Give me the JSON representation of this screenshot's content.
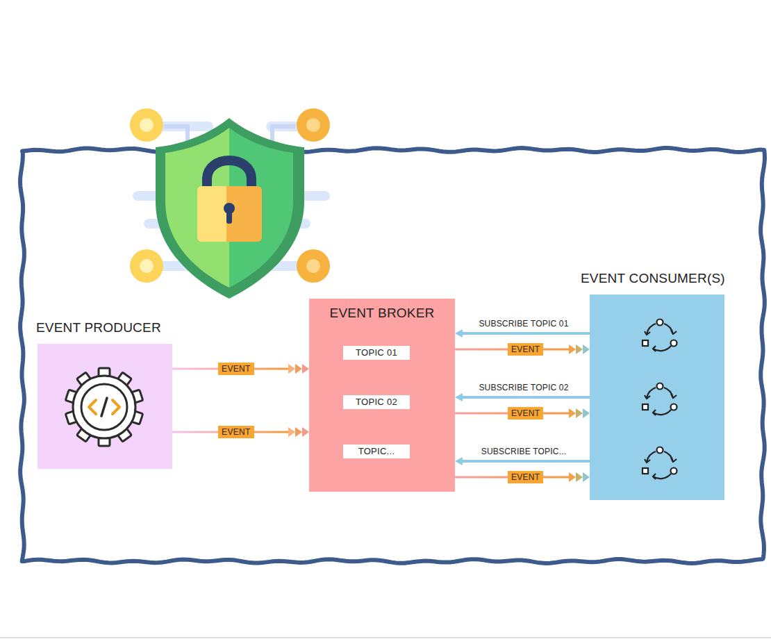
{
  "diagram": {
    "nodes": [
      {
        "text": [
          "EVENT PRODUCER"
        ]
      },
      {
        "text": [
          "EVENT BROKER"
        ]
      },
      {
        "text": [
          "TOPIC 01"
        ],
        "in": 1
      },
      {
        "text": [
          "TOPIC 02"
        ],
        "in": 1
      },
      {
        "text": [
          "TOPIC..."
        ],
        "in": 1
      },
      {
        "text": [
          "EVENT CONSUMER(S)"
        ]
      }
    ],
    "edges": [
      {
        "from": 0,
        "to": 1,
        "label": "EVENT",
        "arrow": "to"
      },
      {
        "from": 0,
        "to": 1,
        "label": "EVENT",
        "arrow": "to"
      },
      {
        "from": 5,
        "to": 1,
        "label": "SUBSCRIBE TOPIC 01",
        "arrow": "to"
      },
      {
        "from": 1,
        "to": 5,
        "label": "EVENT",
        "arrow": "to"
      },
      {
        "from": 5,
        "to": 1,
        "label": "SUBSCRIBE TOPIC 02",
        "arrow": "to"
      },
      {
        "from": 1,
        "to": 5,
        "label": "EVENT",
        "arrow": "to"
      },
      {
        "from": 5,
        "to": 1,
        "label": "SUBSCRIBE TOPIC...",
        "arrow": "to"
      },
      {
        "from": 1,
        "to": 5,
        "label": "EVENT",
        "arrow": "to"
      }
    ]
  }
}
